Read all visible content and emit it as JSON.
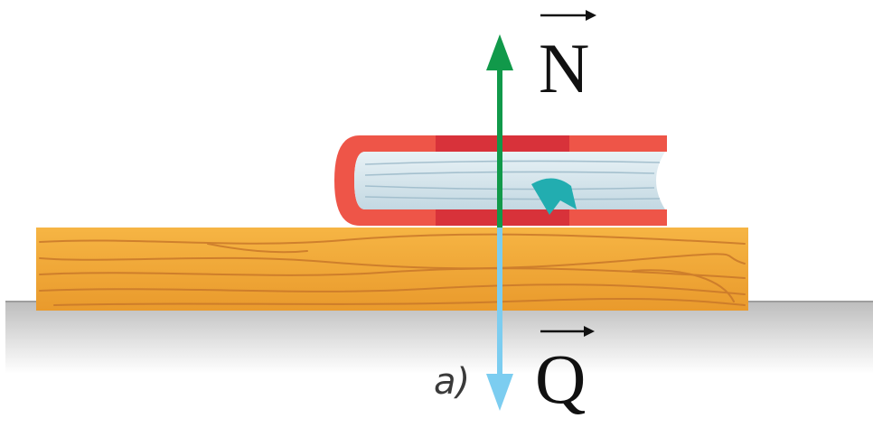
{
  "labels": {
    "normal_force": "N",
    "weight_force": "Q",
    "part": "a)"
  },
  "colors": {
    "normal_arrow": "#11994a",
    "weight_arrow": "#7ccdf0",
    "book_cover": "#ee5548",
    "book_spine_band": "#d8323a",
    "book_pages": "#d4e6ef",
    "bookmark": "#22adb0",
    "plank": "#efa534",
    "plank_grain": "#c9782a",
    "ground": "#c9c9c9"
  },
  "icons": {
    "book": "book-icon",
    "plank": "wooden-plank",
    "bookmark": "bookmark-icon"
  }
}
